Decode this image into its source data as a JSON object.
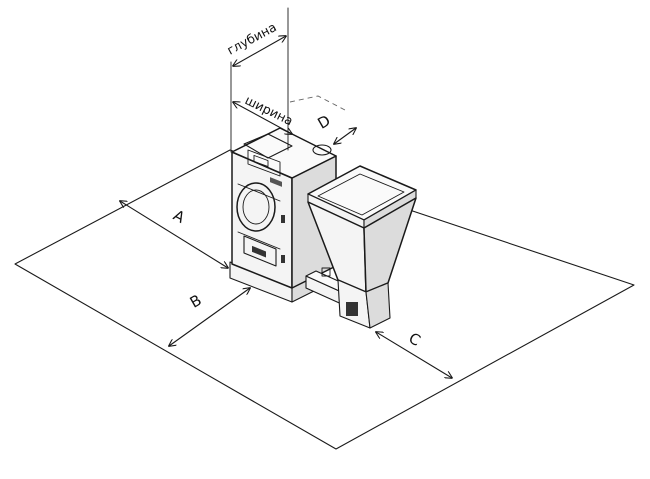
{
  "labels": {
    "depth": "глубина",
    "width": "ширина",
    "a": "A",
    "b": "B",
    "c": "C",
    "d": "D"
  }
}
